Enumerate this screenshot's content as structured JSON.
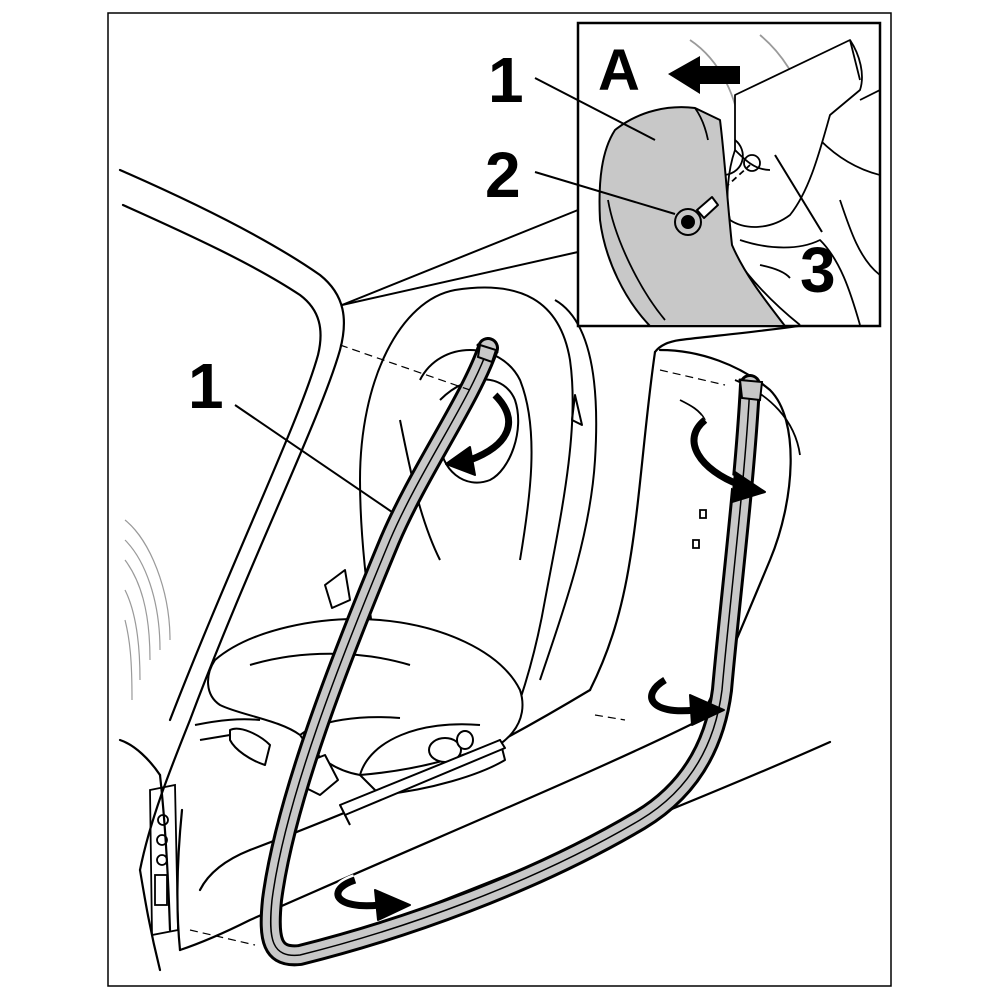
{
  "callouts": {
    "main_seal": "1",
    "detail_panel": "1",
    "detail_screw": "2",
    "detail_part": "3",
    "detail_view": "A"
  },
  "colors": {
    "line": "#000000",
    "seal_fill": "#c8c8c8",
    "part_fill": "#c8c8c8",
    "background": "#ffffff",
    "faint_line": "#9a9a9a"
  },
  "icons": {
    "view_arrow": "arrow-left-icon",
    "removal_arrows": "curved-arrow-icon"
  }
}
